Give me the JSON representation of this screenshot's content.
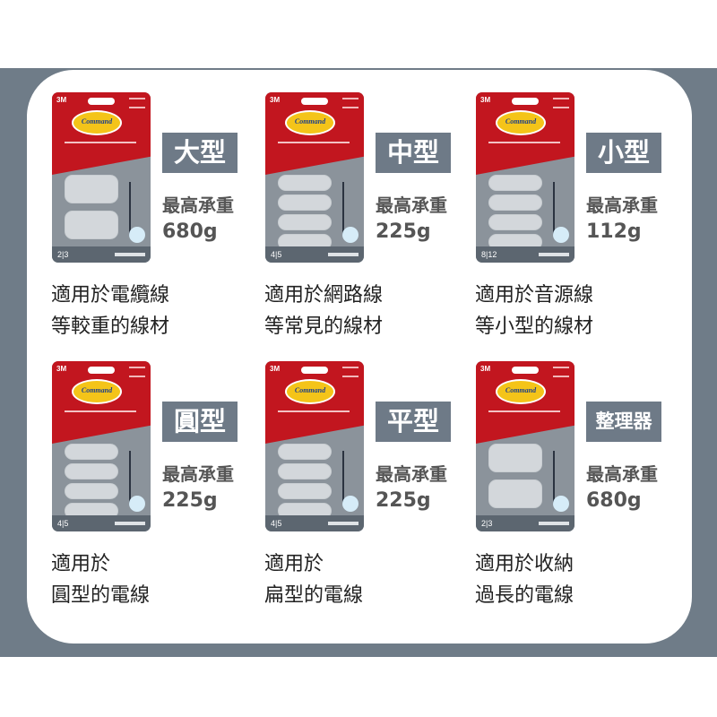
{
  "items": [
    {
      "brand": "3M",
      "logo": "Command",
      "count": "2|3",
      "type": "大型",
      "weight_label": "最高承重",
      "weight": "680g",
      "desc": [
        "適用於電纜線",
        "等較重的線材"
      ],
      "hooks": 2
    },
    {
      "brand": "3M",
      "logo": "Command",
      "count": "4|5",
      "type": "中型",
      "weight_label": "最高承重",
      "weight": "225g",
      "desc": [
        "適用於網路線",
        "等常見的線材"
      ],
      "hooks": 4
    },
    {
      "brand": "3M",
      "logo": "Command",
      "count": "8|12",
      "type": "小型",
      "weight_label": "最高承重",
      "weight": "112g",
      "desc": [
        "適用於音源線",
        "等小型的線材"
      ],
      "hooks": 4
    },
    {
      "brand": "3M",
      "logo": "Command",
      "count": "4|5",
      "type": "圓型",
      "weight_label": "最高承重",
      "weight": "225g",
      "desc": [
        "適用於",
        "圓型的電線"
      ],
      "hooks": 4
    },
    {
      "brand": "3M",
      "logo": "Command",
      "count": "4|5",
      "type": "平型",
      "weight_label": "最高承重",
      "weight": "225g",
      "desc": [
        "適用於",
        "扁型的電線"
      ],
      "hooks": 4
    },
    {
      "brand": "3M",
      "logo": "Command",
      "count": "2|3",
      "type": "整理器",
      "weight_label": "最高承重",
      "weight": "680g",
      "desc": [
        "適用於收納",
        "過長的電線"
      ],
      "hooks": 2
    }
  ],
  "colors": {
    "band": "#6f7c88",
    "tag": "#6e7a87",
    "package_red": "#c2161f"
  }
}
